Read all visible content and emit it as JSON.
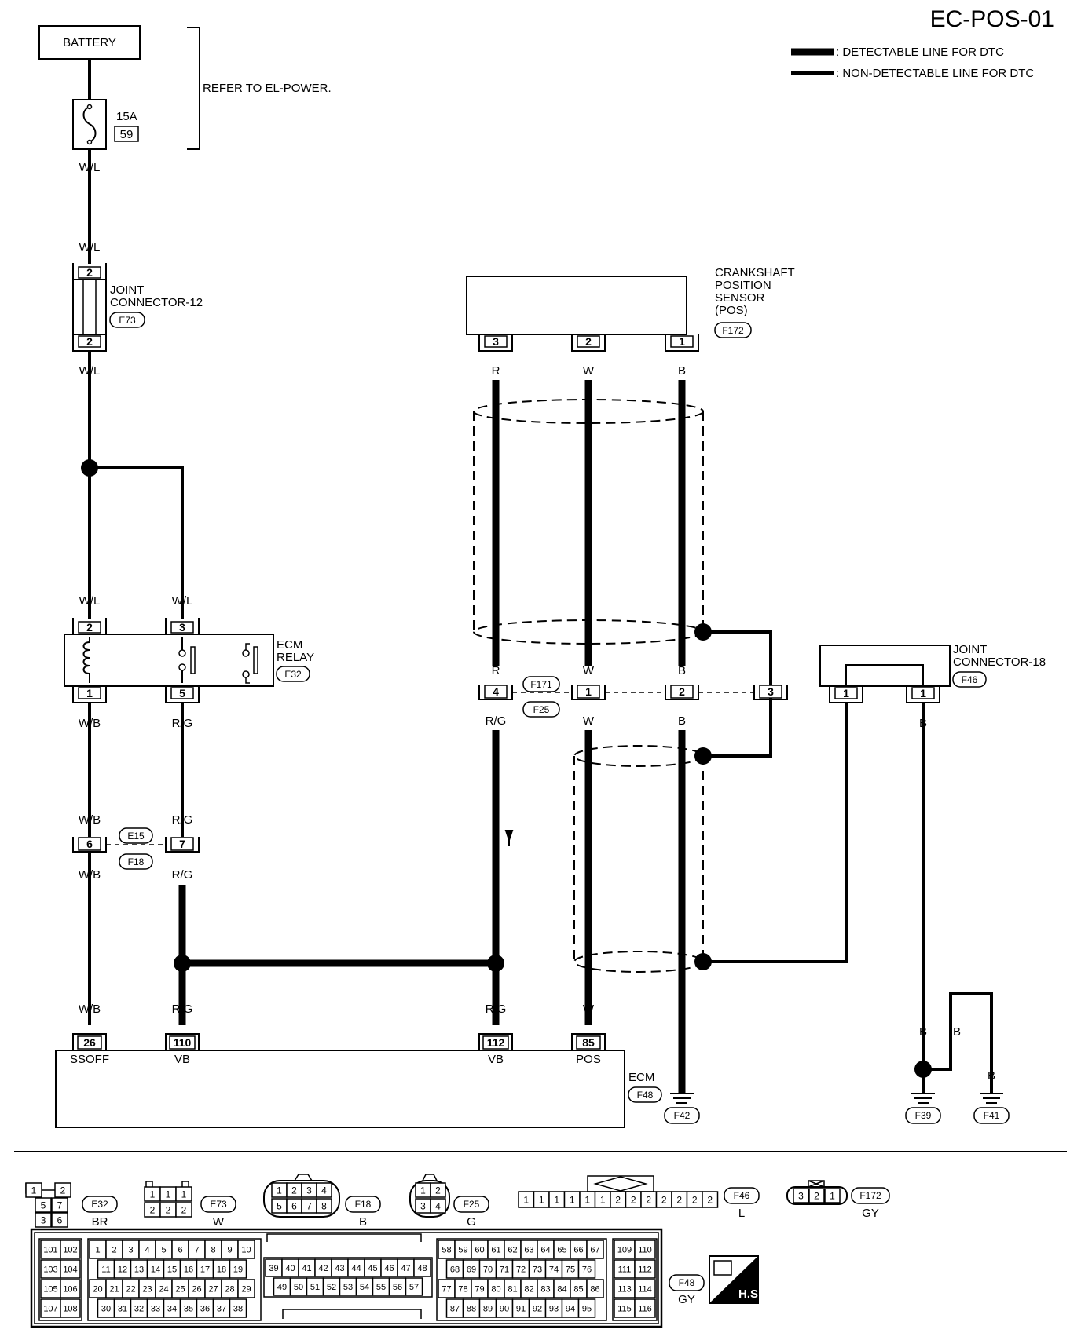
{
  "page": {
    "code": "EC-POS-01"
  },
  "legend": {
    "detectable": ": DETECTABLE LINE FOR DTC",
    "non_detectable": ": NON-DETECTABLE LINE FOR DTC"
  },
  "battery": {
    "label": "BATTERY"
  },
  "fuse": {
    "amps": "15A",
    "number": "59"
  },
  "refer": "REFER TO EL-POWER.",
  "wires": {
    "wl": "W/L",
    "wb": "W/B",
    "rg": "R/G",
    "r": "R",
    "w": "W",
    "b": "B"
  },
  "joint12": {
    "line1": "JOINT",
    "line2": "CONNECTOR-12",
    "code": "E73",
    "pin_top": "2",
    "pin_bottom": "2"
  },
  "ecm_relay": {
    "line1": "ECM",
    "line2": "RELAY",
    "code": "E32",
    "pins": [
      "2",
      "3",
      "1",
      "5"
    ]
  },
  "sensor": {
    "line1": "CRANKSHAFT",
    "line2": "POSITION",
    "line3": "SENSOR",
    "line4": "(POS)",
    "code": "F172",
    "pins": [
      "3",
      "2",
      "1"
    ]
  },
  "mid_connector": {
    "code_top": "F171",
    "code_bottom": "F25",
    "pins": [
      "4",
      "1",
      "2",
      "3"
    ]
  },
  "e15_connector": {
    "code_top": "E15",
    "code_bottom": "F18",
    "pins": [
      "6",
      "7"
    ]
  },
  "joint18": {
    "line1": "JOINT",
    "line2": "CONNECTOR-18",
    "code": "F46",
    "pins": [
      "1",
      "1"
    ]
  },
  "ecm": {
    "label": "ECM",
    "code": "F48",
    "pins": [
      "26",
      "110",
      "112",
      "85"
    ],
    "pin_names": [
      "SSOFF",
      "VB",
      "VB",
      "POS"
    ]
  },
  "grounds": [
    "F42",
    "F39",
    "F41"
  ],
  "connector_views": [
    {
      "code": "E32",
      "color": "BR"
    },
    {
      "code": "E73",
      "color": "W"
    },
    {
      "code": "F18",
      "color": "B"
    },
    {
      "code": "F25",
      "color": "G"
    },
    {
      "code": "F46",
      "color": "L"
    },
    {
      "code": "F172",
      "color": "GY"
    }
  ],
  "e32_pins": [
    "1",
    "2",
    "5",
    "7",
    "3",
    "6"
  ],
  "e73_pins": [
    "1",
    "1",
    "1",
    "2",
    "2",
    "2"
  ],
  "f18_pins": [
    "1",
    "2",
    "3",
    "4",
    "5",
    "6",
    "7",
    "8"
  ],
  "f25_pins": [
    "1",
    "2",
    "3",
    "4"
  ],
  "f46_pins": [
    "1",
    "1",
    "1",
    "1",
    "1",
    "1",
    "2",
    "2",
    "2",
    "2",
    "2",
    "2",
    "2"
  ],
  "f172_pins": [
    "3",
    "2",
    "1"
  ],
  "f48_view": {
    "code": "F48",
    "color": "GY",
    "hs": "H.S."
  },
  "f48_pins": {
    "a": [
      [
        "101",
        "102"
      ],
      [
        "103",
        "104"
      ],
      [
        "105",
        "106"
      ],
      [
        "107",
        "108"
      ]
    ],
    "b": [
      [
        "1",
        "2",
        "3",
        "4",
        "5",
        "6",
        "7",
        "8",
        "9",
        "10"
      ],
      [
        "11",
        "12",
        "13",
        "14",
        "15",
        "16",
        "17",
        "18",
        "19"
      ],
      [
        "20",
        "21",
        "22",
        "23",
        "24",
        "25",
        "26",
        "27",
        "28",
        "29"
      ],
      [
        "30",
        "31",
        "32",
        "33",
        "34",
        "35",
        "36",
        "37",
        "38"
      ]
    ],
    "c": [
      [
        "39",
        "40",
        "41",
        "42",
        "43",
        "44",
        "45",
        "46",
        "47",
        "48"
      ],
      [
        "49",
        "50",
        "51",
        "52",
        "53",
        "54",
        "55",
        "56",
        "57"
      ]
    ],
    "d": [
      [
        "58",
        "59",
        "60",
        "61",
        "62",
        "63",
        "64",
        "65",
        "66",
        "67"
      ],
      [
        "68",
        "69",
        "70",
        "71",
        "72",
        "73",
        "74",
        "75",
        "76"
      ],
      [
        "77",
        "78",
        "79",
        "80",
        "81",
        "82",
        "83",
        "84",
        "85",
        "86"
      ],
      [
        "87",
        "88",
        "89",
        "90",
        "91",
        "92",
        "93",
        "94",
        "95"
      ]
    ],
    "e": [
      [
        "109",
        "110"
      ],
      [
        "111",
        "112"
      ],
      [
        "113",
        "114"
      ],
      [
        "115",
        "116"
      ]
    ]
  }
}
